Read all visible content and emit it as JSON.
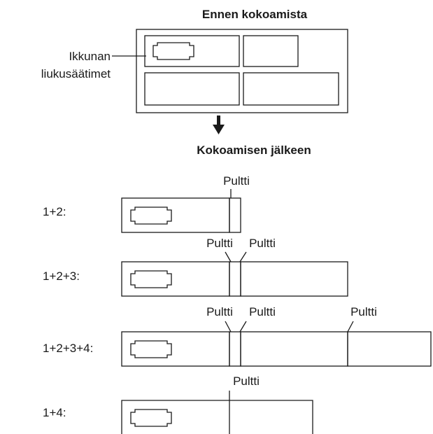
{
  "before": {
    "title": "Ennen kokoamista",
    "slider_label_line1": "Ikkunan",
    "slider_label_line2": "liukusäätimet"
  },
  "after": {
    "title": "Kokoamisen jälkeen"
  },
  "rows": [
    {
      "label": "1+2:",
      "bolts": [
        "Pultti"
      ]
    },
    {
      "label": "1+2+3:",
      "bolts": [
        "Pultti",
        "Pultti"
      ]
    },
    {
      "label": "1+2+3+4:",
      "bolts": [
        "Pultti",
        "Pultti",
        "Pultti"
      ]
    },
    {
      "label": "1+4:",
      "bolts": [
        "Pultti"
      ]
    }
  ],
  "colors": {
    "line": "#1a1a1a",
    "background": "#ffffff"
  }
}
